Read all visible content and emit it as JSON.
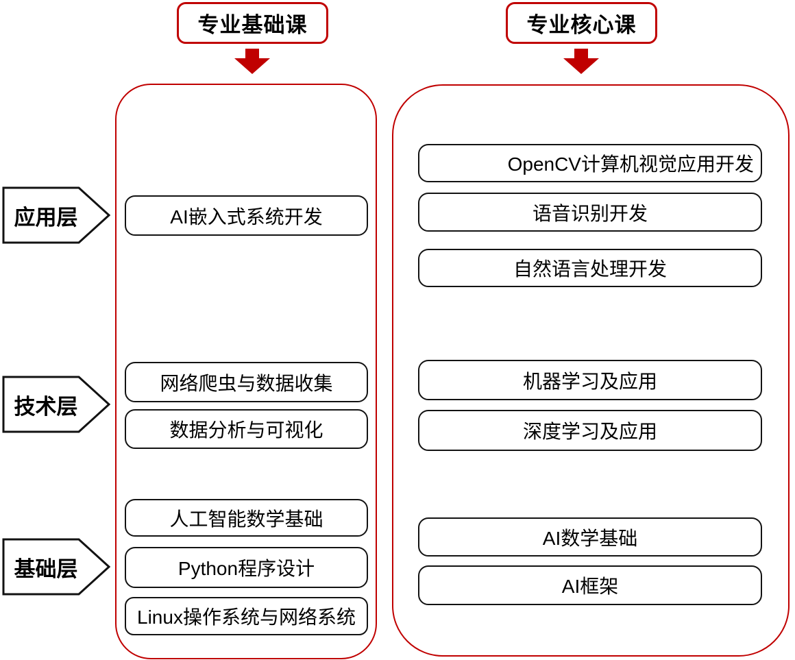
{
  "diagram": {
    "headers": [
      {
        "label": "专业基础课"
      },
      {
        "label": "专业核心课"
      }
    ],
    "layers": [
      {
        "label": "应用层"
      },
      {
        "label": "技术层"
      },
      {
        "label": "基础层"
      }
    ],
    "left_column": {
      "courses": [
        "AI嵌入式系统开发",
        "网络爬虫与数据收集",
        "数据分析与可视化",
        "人工智能数学基础",
        "Python程序设计",
        "Linux操作系统与网络系统"
      ]
    },
    "right_column": {
      "courses": [
        "OpenCV计算机视觉应用开发",
        "语音识别开发",
        "自然语言处理开发",
        "机器学习及应用",
        "深度学习及应用",
        "AI数学基础",
        "AI框架"
      ]
    },
    "icons": {
      "down_arrow": "down-arrow-icon"
    },
    "colors": {
      "accent_red": "#C00000",
      "outline_black": "#121212",
      "background": "#FFFFFF"
    }
  }
}
